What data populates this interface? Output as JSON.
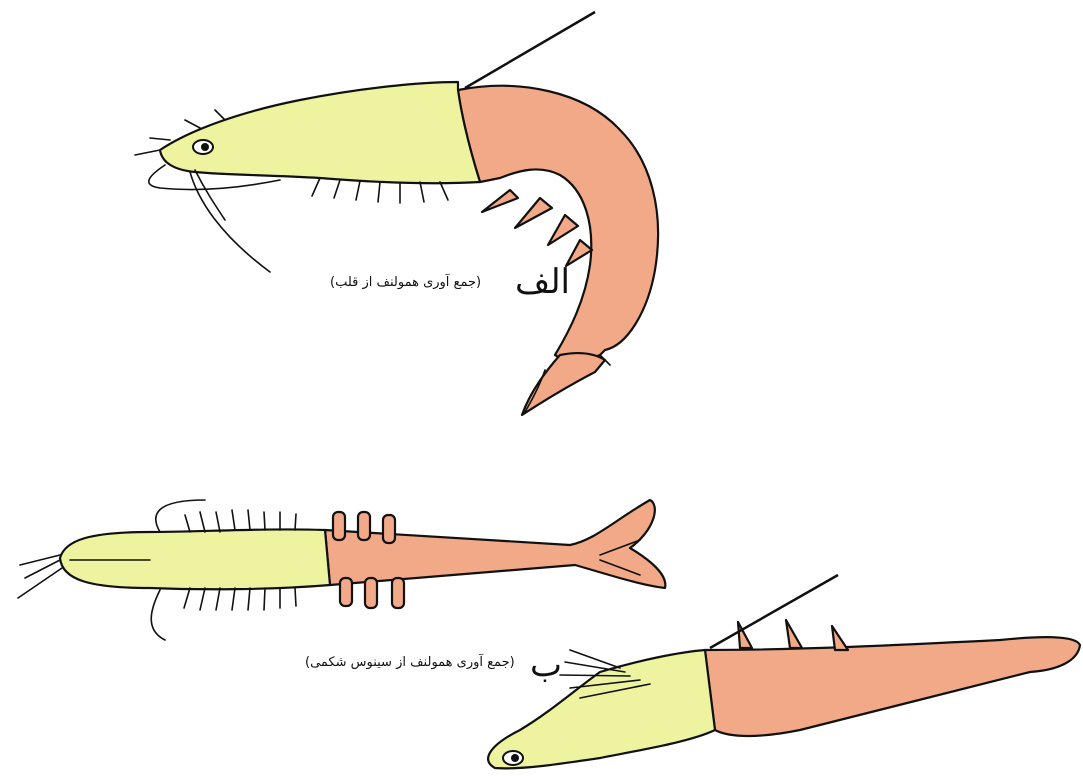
{
  "figure_a": {
    "letter": "الف",
    "caption": "(جمع آوری همولنف از قلب)"
  },
  "figure_b": {
    "letter": "ب",
    "caption": "(جمع آوری همولنف از سینوس شکمی)"
  },
  "colors": {
    "cephalothorax": "#eef3a0",
    "abdomen": "#f2a987",
    "outline": "#111111",
    "background": "#ffffff"
  }
}
